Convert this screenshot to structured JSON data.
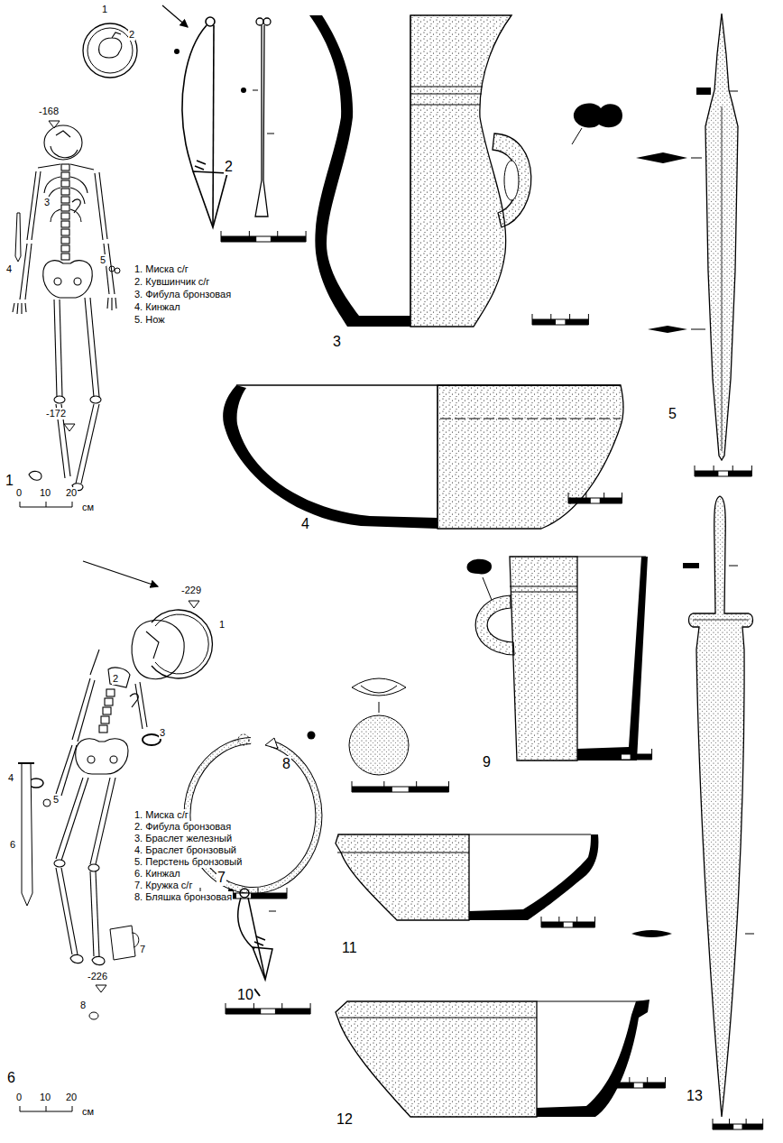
{
  "diagram": {
    "labels": [
      "1",
      "2",
      "-168",
      "3",
      "4",
      "5",
      "1. Миска с/г",
      "2. Кувшинчик с/г",
      "3. Фибула бронзовая",
      "4. Кинжал",
      "5. Нож",
      "-172",
      "1",
      "0",
      "10",
      "20",
      "см",
      "2",
      "3",
      "4",
      "5",
      "-229",
      "1",
      "2",
      "3",
      "4",
      "5",
      "6",
      "1. Миска с/г",
      "2. Фибула бронзовая",
      "3. Браслет железный",
      "4. Браслет бронзовый",
      "5. Перстень бронзовый",
      "6. Кинжал",
      "7. Кружка с/г",
      "8. Бляшка бронзовая",
      "7",
      "-226",
      "8",
      "6",
      "0",
      "10",
      "20",
      "см",
      "7",
      "8",
      "9",
      "10",
      "11",
      "12",
      "13"
    ]
  }
}
